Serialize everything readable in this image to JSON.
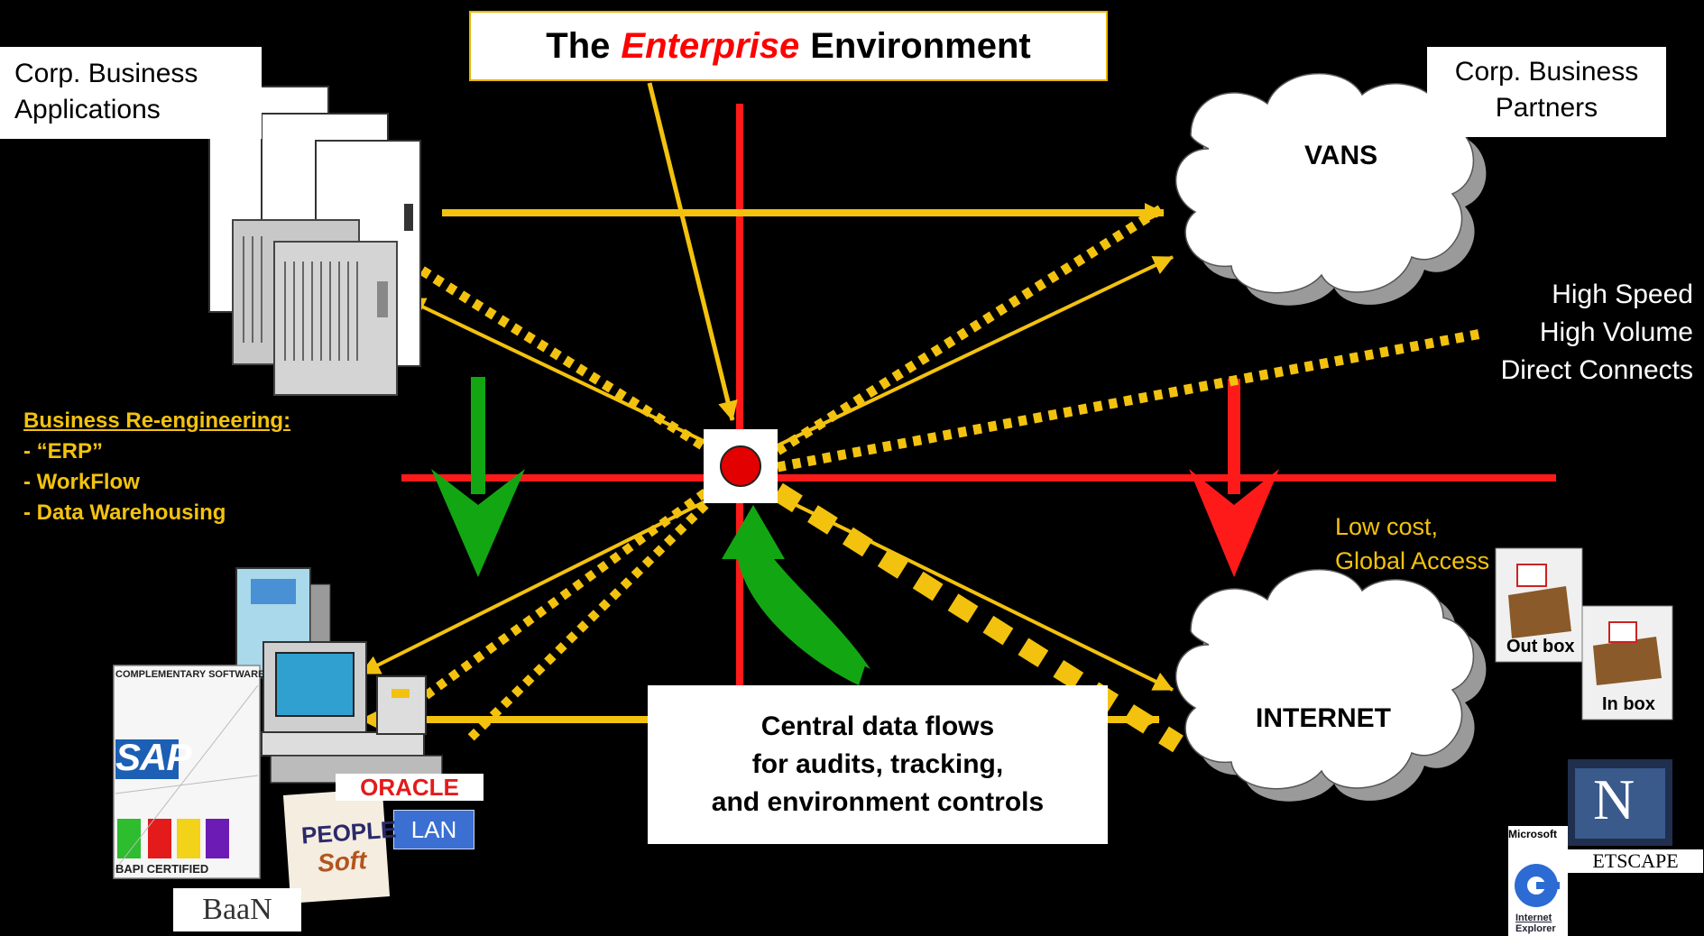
{
  "title": {
    "prefix": "The",
    "emphasis": "Enterprise",
    "suffix": "Environment"
  },
  "corp_apps": {
    "line1": "Corp. Business",
    "line2": "Applications"
  },
  "corp_partners": {
    "line1": "Corp. Business",
    "line2": "Partners"
  },
  "vans_label": "VANS",
  "internet_label": "INTERNET",
  "high_speed": {
    "line1": "High Speed",
    "line2": "High Volume",
    "line3": "Direct Connects"
  },
  "business_reengineering": {
    "heading": "Business Re-engineering:",
    "items": [
      "- “ERP”",
      "- WorkFlow",
      "- Data Warehousing"
    ]
  },
  "low_cost": {
    "line1": "Low cost,",
    "line2": "Global Access"
  },
  "central_box": {
    "line1": "Central data flows",
    "line2": "for audits, tracking,",
    "line3": "and environment controls"
  },
  "logos": {
    "complementary": "COMPLEMENTARY SOFTWARE",
    "sap": "SAP",
    "bapi": "BAPI CERTIFIED",
    "oracle": "ORACLE",
    "lan": "LAN",
    "peoplesoft_1": "PEOPLE",
    "peoplesoft_2": "Soft",
    "baan": "BaaN",
    "outbox": "Out box",
    "inbox": "In box",
    "netscape_n": "N",
    "netscape": "ETSCAPE",
    "microsoft": "Microsoft",
    "ie_line1": "Internet",
    "ie_line2": "Explorer"
  },
  "colors": {
    "yellow": "#f3c20f",
    "red": "#ff1a1a",
    "green": "#13a613",
    "background": "#000000"
  }
}
